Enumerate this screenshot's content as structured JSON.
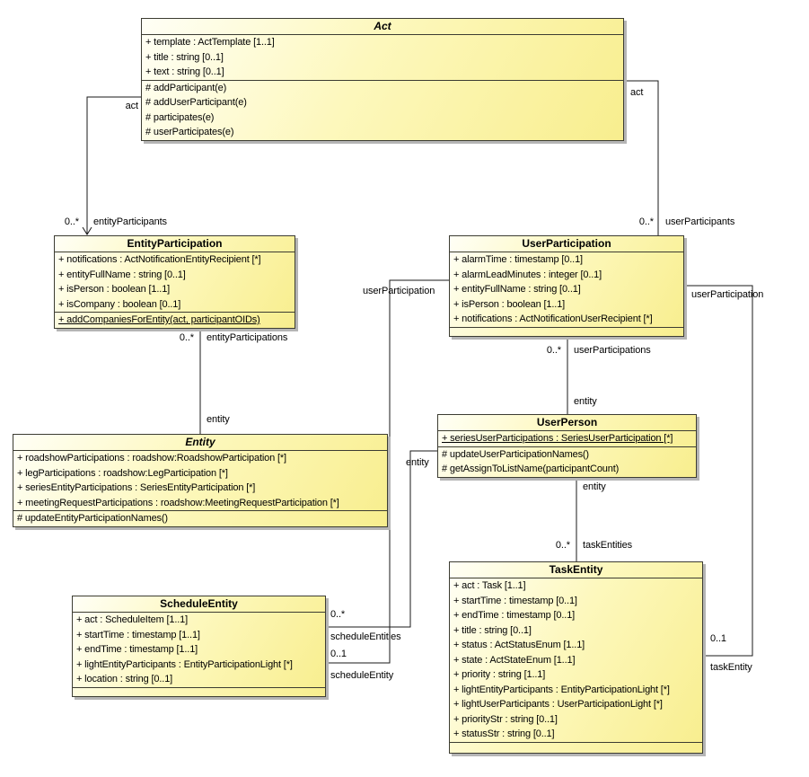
{
  "diagram": {
    "type": "uml-class-diagram",
    "box_fill_light": "#fffff6",
    "box_fill_dark": "#f8ee8e",
    "border_color": "#3c3c32",
    "line_color": "#1a1a1a",
    "shadow_color": "#b5b5b5"
  },
  "classes": {
    "act": {
      "name": "Act",
      "abstract": true,
      "attributes": [
        "+ template : ActTemplate [1..1]",
        "+ title : string [0..1]",
        "+ text : string [0..1]"
      ],
      "operations": [
        "# addParticipant(e)",
        "# addUserParticipant(e)",
        "# participates(e)",
        "# userParticipates(e)"
      ]
    },
    "entityParticipation": {
      "name": "EntityParticipation",
      "abstract": false,
      "attributes": [
        "+ notifications : ActNotificationEntityRecipient [*]",
        "+ entityFullName : string [0..1]",
        "+ isPerson : boolean [1..1]",
        "+ isCompany : boolean [0..1]"
      ],
      "operations": [
        "+ addCompaniesForEntity(act, participantOIDs)"
      ]
    },
    "userParticipation": {
      "name": "UserParticipation",
      "abstract": false,
      "attributes": [
        "+ alarmTime : timestamp [0..1]",
        "+ alarmLeadMinutes : integer [0..1]",
        "+ entityFullName : string [0..1]",
        "+ isPerson : boolean [1..1]",
        "+ notifications : ActNotificationUserRecipient [*]"
      ],
      "operations": []
    },
    "entity": {
      "name": "Entity",
      "abstract": true,
      "attributes": [
        "+ roadshowParticipations : roadshow:RoadshowParticipation [*]",
        "+ legParticipations : roadshow:LegParticipation [*]",
        "+ seriesEntityParticipations : SeriesEntityParticipation [*]",
        "+ meetingRequestParticipations : roadshow:MeetingRequestParticipation [*]"
      ],
      "operations": [
        "# updateEntityParticipationNames()"
      ]
    },
    "userPerson": {
      "name": "UserPerson",
      "abstract": false,
      "attributes": [
        "+ seriesUserParticipations : SeriesUserParticipation [*]"
      ],
      "operations": [
        "# updateUserParticipationNames()",
        "# getAssignToListName(participantCount)"
      ]
    },
    "scheduleEntity": {
      "name": "ScheduleEntity",
      "abstract": false,
      "attributes": [
        "+ act : ScheduleItem [1..1]",
        "+ startTime : timestamp [1..1]",
        "+ endTime : timestamp [1..1]",
        "+ lightEntityParticipants : EntityParticipationLight [*]",
        "+ location : string [0..1]"
      ],
      "operations": []
    },
    "taskEntity": {
      "name": "TaskEntity",
      "abstract": false,
      "attributes": [
        "+ act : Task [1..1]",
        "+ startTime : timestamp [0..1]",
        "+ endTime : timestamp [0..1]",
        "+ title : string [0..1]",
        "+ status : ActStatusEnum [1..1]",
        "+ state : ActStateEnum [1..1]",
        "+ priority : string [1..1]",
        "+ lightEntityParticipants : EntityParticipationLight [*]",
        "+ lightUserParticipants : UserParticipationLight [*]",
        "+ priorityStr : string [0..1]",
        "+ statusStr : string [0..1]"
      ],
      "operations": []
    }
  },
  "associations": {
    "act_entityParticipation": {
      "source_role": "act",
      "target_multiplicity": "0..*",
      "target_role": "entityParticipants"
    },
    "act_userParticipation": {
      "source_role": "act",
      "target_multiplicity": "0..*",
      "target_role": "userParticipants"
    },
    "entityParticipation_entity": {
      "source_multiplicity": "0..*",
      "source_role": "entityParticipations",
      "target_role": "entity"
    },
    "userParticipation_userPerson": {
      "source_multiplicity": "0..*",
      "source_role": "userParticipations",
      "target_role": "entity"
    },
    "userPerson_taskEntity": {
      "source_role": "entity",
      "target_multiplicity": "0..*",
      "target_role": "taskEntities"
    },
    "userParticipation_scheduleEntity": {
      "source_role": "userParticipation",
      "target_multiplicity": "0..1",
      "target_role": "scheduleEntity"
    },
    "userPerson_scheduleEntity": {
      "source_role": "entity",
      "target_multiplicity": "0..*",
      "target_role": "scheduleEntities"
    },
    "userParticipation_taskEntity": {
      "source_role": "userParticipation",
      "target_multiplicity": "0..1",
      "target_role": "taskEntity"
    }
  }
}
